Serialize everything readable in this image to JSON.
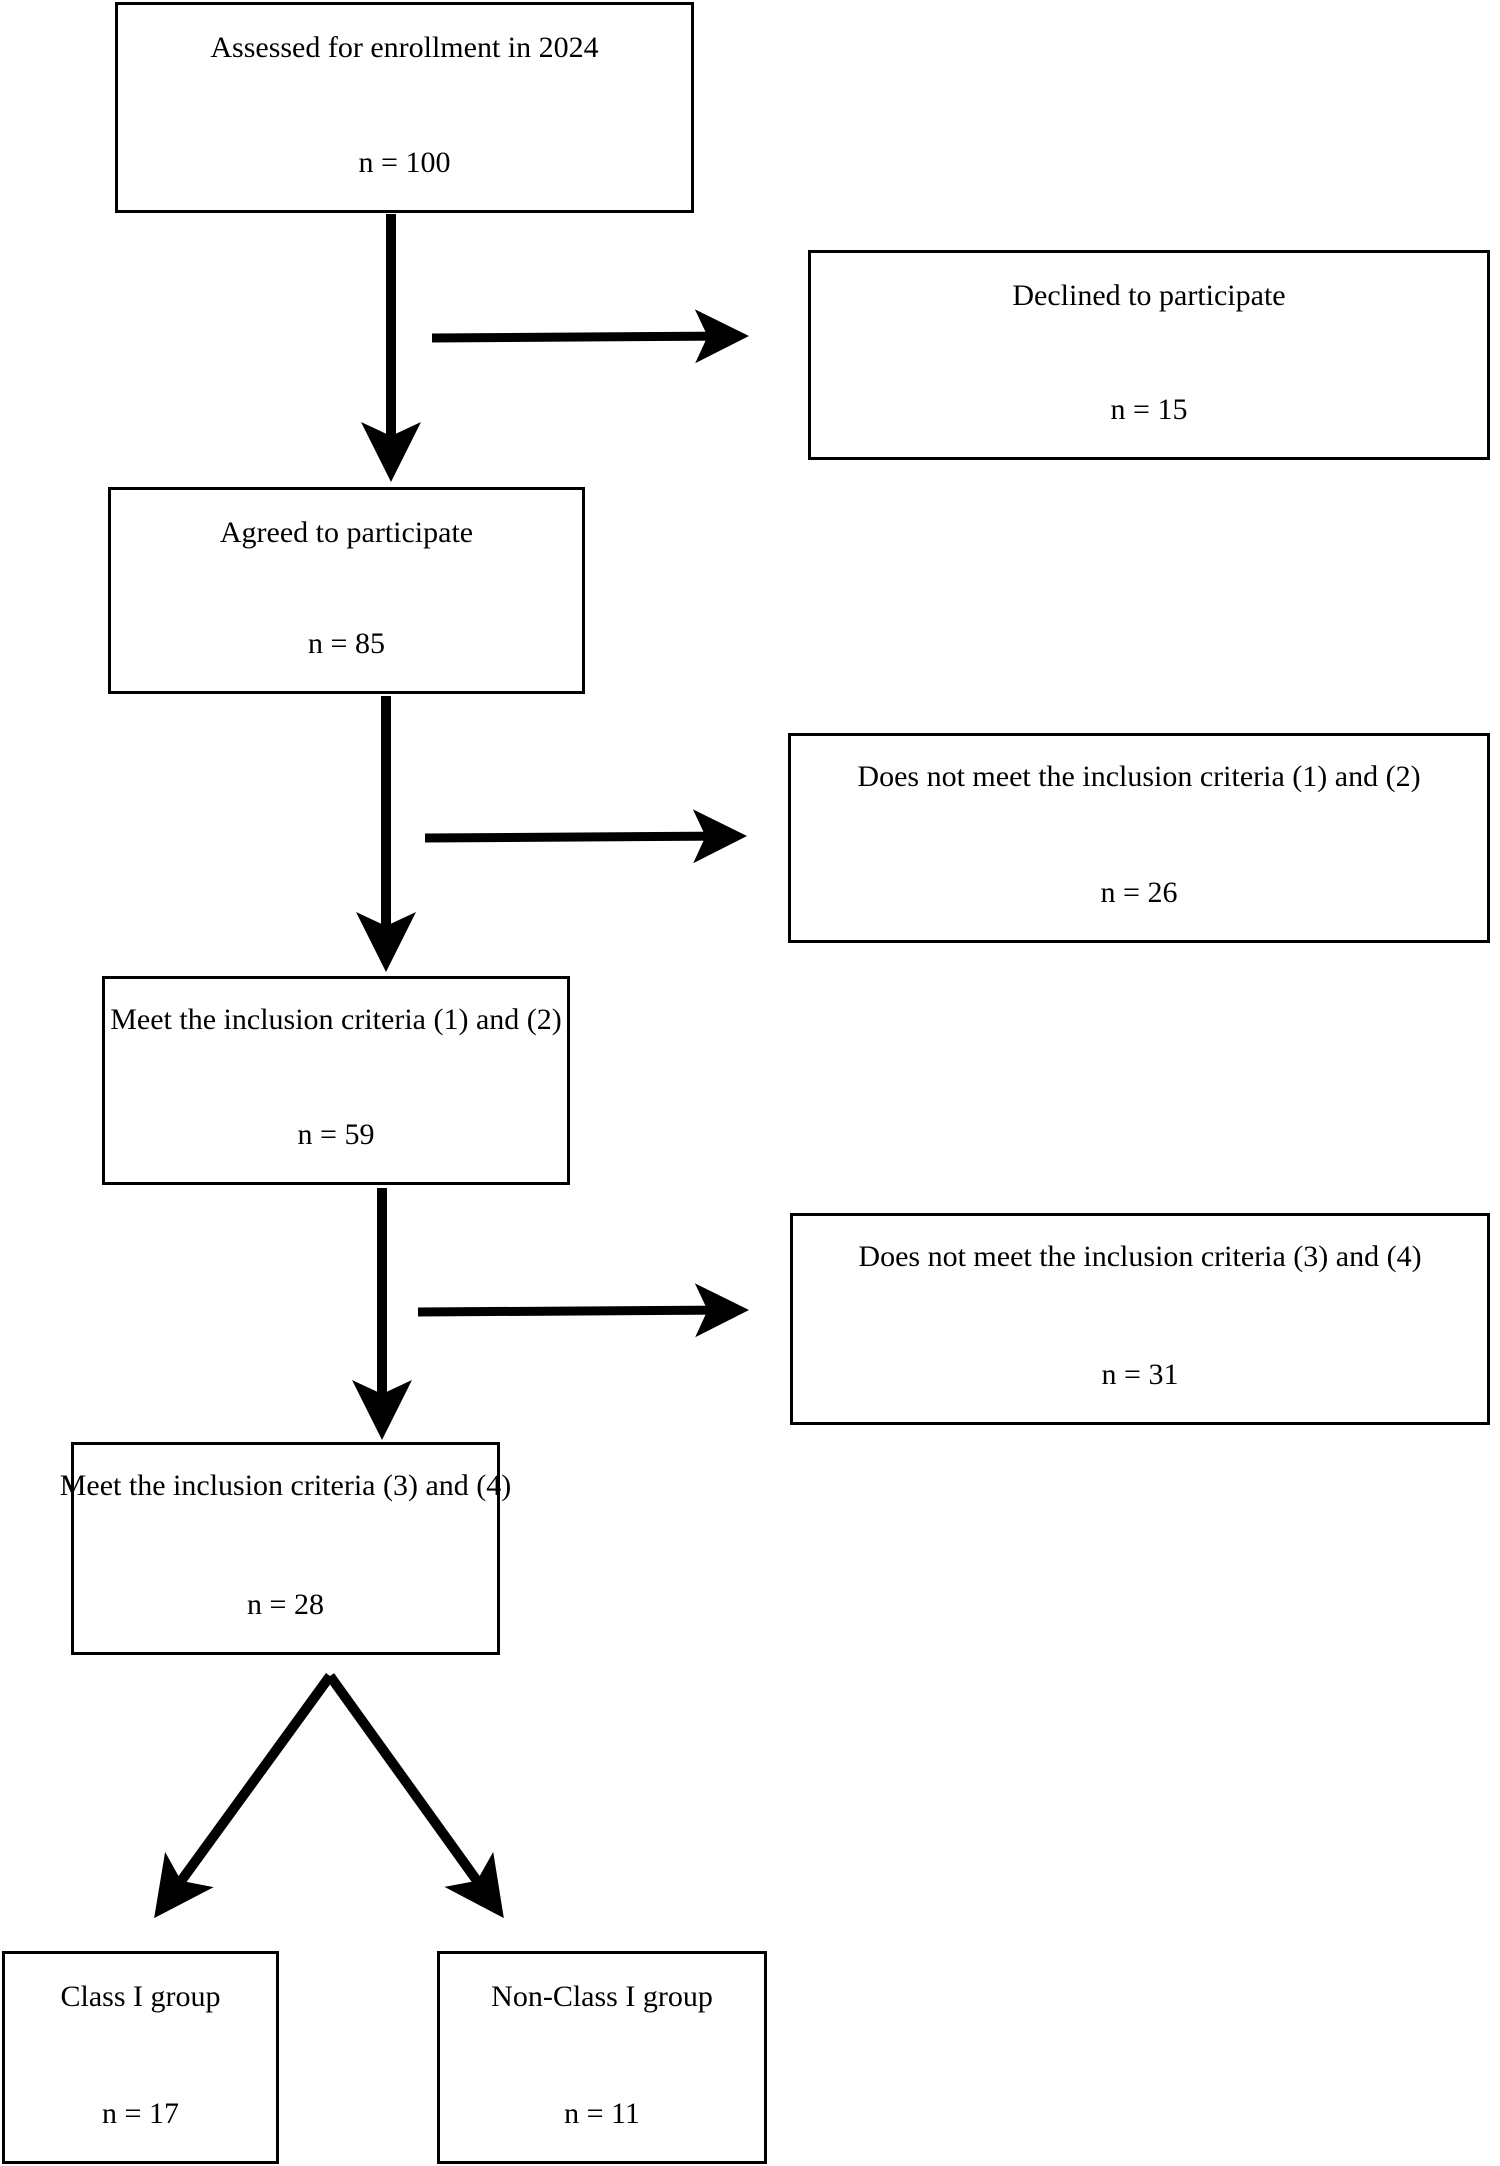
{
  "figure": {
    "type": "flowchart",
    "kind": "participant-enrollment-flow-diagram",
    "background_color": "#ffffff",
    "line_color": "#000000"
  },
  "nodes": {
    "assessed": {
      "title": "Assessed for enrollment in 2024",
      "count": "n = 100"
    },
    "declined": {
      "title": "Declined to participate",
      "count": "n = 15"
    },
    "agreed": {
      "title": "Agreed to participate",
      "count": "n = 85"
    },
    "excluded12": {
      "title": "Does not meet the inclusion criteria (1) and (2)",
      "count": "n = 26"
    },
    "meet12": {
      "title": "Meet the inclusion criteria (1) and (2)",
      "count": "n = 59"
    },
    "excluded34": {
      "title": "Does not meet the inclusion criteria (3) and (4)",
      "count": "n = 31"
    },
    "meet34": {
      "title": "Meet the inclusion criteria (3) and (4)",
      "count": "n = 28"
    },
    "class1": {
      "title": "Class I group",
      "count": "n = 17"
    },
    "nonclass1": {
      "title": "Non-Class I group",
      "count": "n = 11"
    }
  },
  "connectors": [
    {
      "name": "assessed-to-agreed",
      "from": "assessed",
      "to": "agreed",
      "direction": "down"
    },
    {
      "name": "assessed-to-declined",
      "from": "assessed",
      "to": "declined",
      "direction": "right"
    },
    {
      "name": "agreed-to-meet12",
      "from": "agreed",
      "to": "meet12",
      "direction": "down"
    },
    {
      "name": "agreed-to-excluded12",
      "from": "agreed",
      "to": "excluded12",
      "direction": "right"
    },
    {
      "name": "meet12-to-meet34",
      "from": "meet12",
      "to": "meet34",
      "direction": "down"
    },
    {
      "name": "meet12-to-excluded34",
      "from": "meet12",
      "to": "excluded34",
      "direction": "right"
    },
    {
      "name": "meet34-to-class1",
      "from": "meet34",
      "to": "class1",
      "direction": "down-left"
    },
    {
      "name": "meet34-to-nonclass1",
      "from": "meet34",
      "to": "nonclass1",
      "direction": "down-right"
    }
  ],
  "chart_data": {
    "type": "flowchart",
    "title": "",
    "stages": [
      {
        "label": "Assessed for enrollment in 2024",
        "n": 100
      },
      {
        "label": "Declined to participate",
        "n": 15
      },
      {
        "label": "Agreed to participate",
        "n": 85
      },
      {
        "label": "Does not meet the inclusion criteria (1) and (2)",
        "n": 26
      },
      {
        "label": "Meet the inclusion criteria (1) and (2)",
        "n": 59
      },
      {
        "label": "Does not meet the inclusion criteria (3) and (4)",
        "n": 31
      },
      {
        "label": "Meet the inclusion criteria (3) and (4)",
        "n": 28
      },
      {
        "label": "Class I group",
        "n": 17
      },
      {
        "label": "Non-Class I group",
        "n": 11
      }
    ]
  }
}
